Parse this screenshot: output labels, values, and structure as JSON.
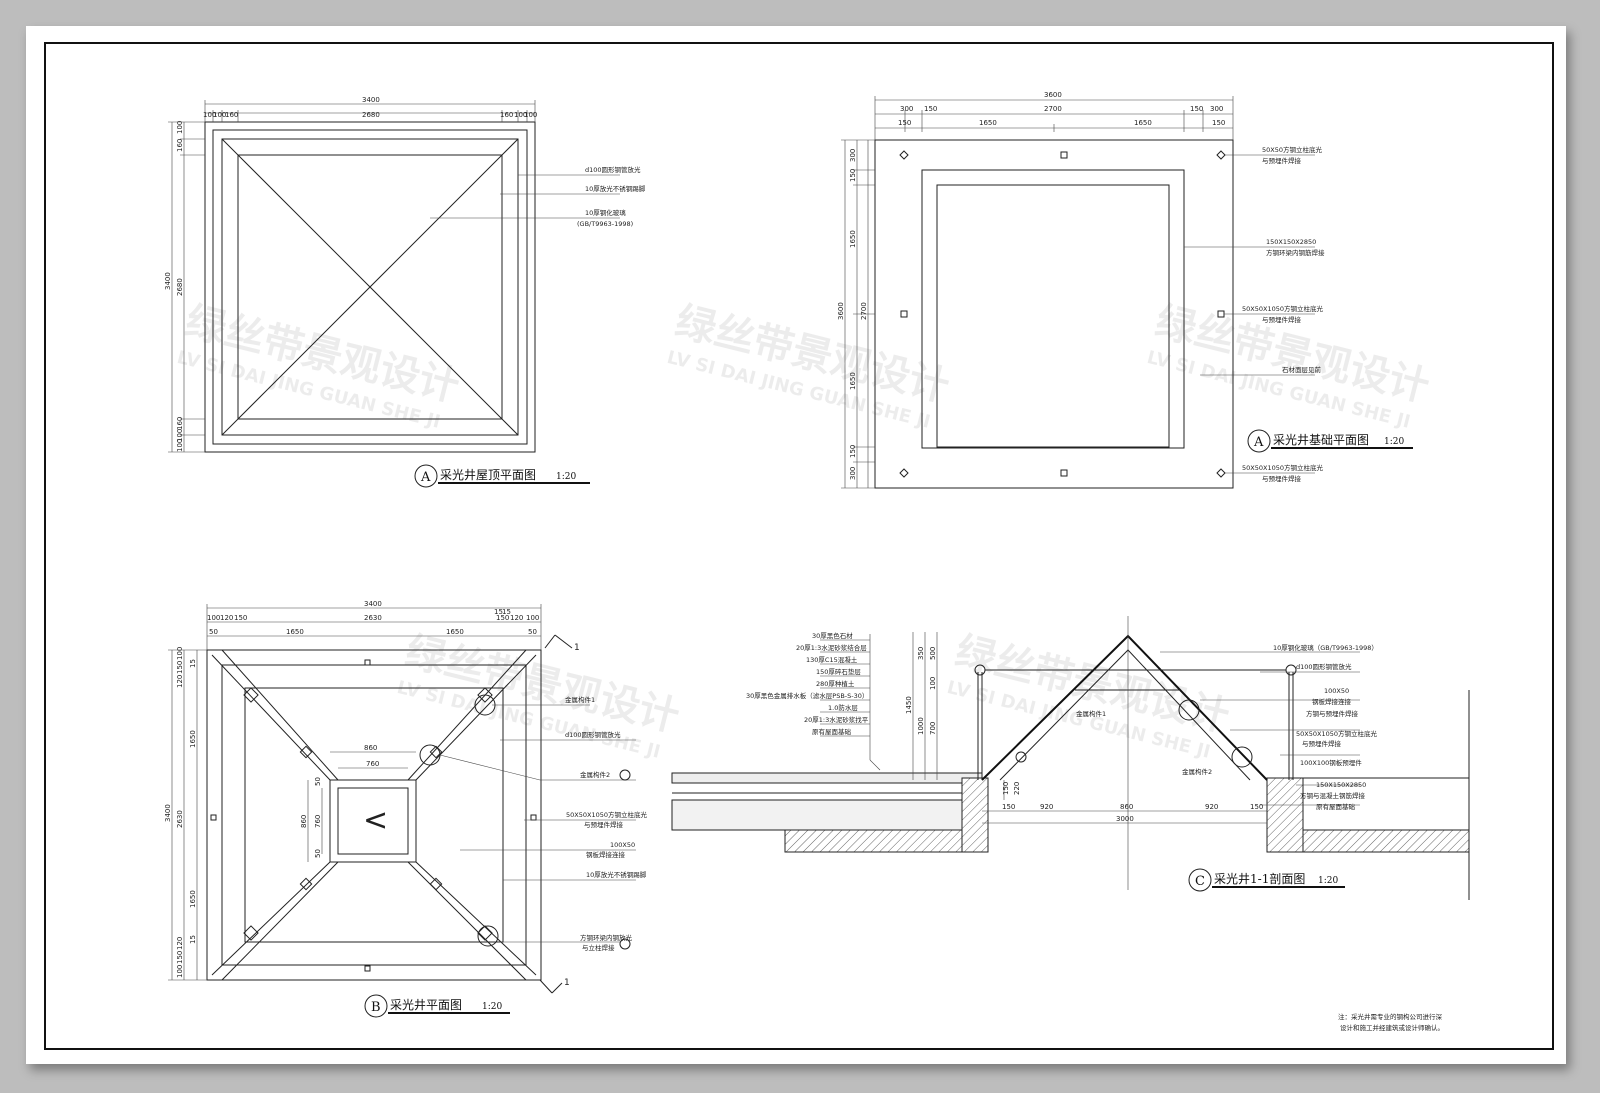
{
  "views": {
    "roof_plan": {
      "tag": "A",
      "title": "采光井屋顶平面图",
      "scale": "1:20",
      "dims_top": [
        "3400",
        "100",
        "100",
        "160",
        "2680",
        "160",
        "100",
        "100"
      ],
      "dims_left": [
        "3400",
        "100",
        "160",
        "2680",
        "160",
        "100",
        "100"
      ],
      "notes": [
        "d100圆形钢管放光",
        "10厚放光不锈钢踢脚",
        "10厚钢化玻璃",
        "(GB/T9963-1998)"
      ]
    },
    "foundation_plan": {
      "tag": "A",
      "title": "采光井基础平面图",
      "scale": "1:20",
      "dims_top": [
        "3600",
        "300",
        "150",
        "2700",
        "150",
        "300",
        "150",
        "1650",
        "1650",
        "150"
      ],
      "dims_left": [
        "3600",
        "300",
        "150",
        "1650",
        "2700",
        "1650",
        "150",
        "300"
      ],
      "notes": [
        "50X50方钢立柱底光",
        "与预埋件焊接",
        "150X150X2850",
        "方钢环梁内钢筋焊接",
        "50X50X1050方钢立柱底光",
        "与预埋件焊接",
        "石材面层见前",
        "50X50X1050方钢立柱底光",
        "与预埋件焊接"
      ]
    },
    "plan": {
      "tag": "B",
      "title": "采光井平面图",
      "scale": "1:20",
      "section_mark": "1",
      "dims_top": [
        "3400",
        "100",
        "120",
        "150",
        "2630",
        "150",
        "120",
        "100",
        "50",
        "1650",
        "1650",
        "50",
        "15",
        "15"
      ],
      "dims_left": [
        "3400",
        "100",
        "150",
        "120",
        "1650",
        "2630",
        "1650",
        "120",
        "150",
        "100",
        "15",
        "15"
      ],
      "inner_dims": [
        "860",
        "760",
        "50",
        "760",
        "860",
        "50"
      ],
      "notes": [
        "金属构件1",
        "d100圆形钢管放光",
        "金属构件2",
        "50X50X1050方钢立柱底光",
        "与预埋件焊接",
        "100X50",
        "钢板焊接连接",
        "10厚放光不锈钢踢脚",
        "方钢环梁内钢放光",
        "与立柱焊接"
      ]
    },
    "section": {
      "tag": "C",
      "title": "采光井1-1剖面图",
      "scale": "1:20",
      "dims_bottom": [
        "150",
        "920",
        "860",
        "920",
        "150",
        "3000"
      ],
      "dims_vertical": [
        "350",
        "500",
        "1450",
        "100",
        "1000",
        "700",
        "150",
        "220"
      ],
      "layers": [
        "30厚黑色石材",
        "20厚1:3水泥砂浆结合层",
        "130厚C15混凝土",
        "150厚碎石垫层",
        "280厚种植土",
        "30厚黑色金属排水板（滤水层PSB-S-30）",
        "1.0防水层",
        "20厚1:3水泥砂浆找平",
        "原有屋面基础"
      ],
      "notes": [
        "10厚钢化玻璃（GB/T9963-1998）",
        "d100圆形钢管放光",
        "100X50",
        "钢板焊接连接",
        "方钢与预埋件焊接",
        "50X50X1050方钢立柱底光",
        "与预埋件焊接",
        "100X100钢板预埋件",
        "金属构件1",
        "金属构件2",
        "150X150X2850",
        "方钢与混凝土钢筋焊接",
        "原有屋面基础"
      ]
    }
  },
  "footnote": [
    "注：采光井需专业的钢构公司进行深",
    "设计和施工并经建筑或设计师确认。"
  ],
  "watermark": {
    "cn": "绿丝带景观设计",
    "en": "LV SI DAI JING GUAN SHE JI"
  },
  "colors": {
    "paper": "#ffffff",
    "backdrop": "#bdbdbd",
    "ink": "#222222"
  }
}
